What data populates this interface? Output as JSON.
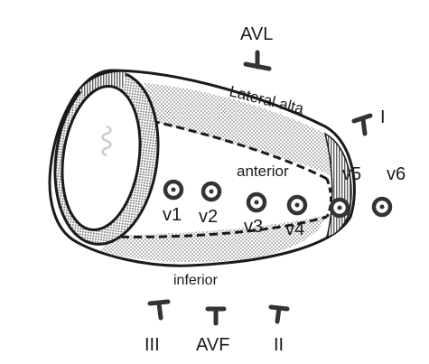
{
  "regions": {
    "lateral_high": "Lateral alta",
    "anterior": "anterior",
    "inferior": "inferior"
  },
  "limb_leads": [
    {
      "key": "avl",
      "label": "AVL"
    },
    {
      "key": "i",
      "label": "I"
    },
    {
      "key": "iii",
      "label": "III"
    },
    {
      "key": "avf",
      "label": "AVF"
    },
    {
      "key": "ii",
      "label": "II"
    }
  ],
  "precordial_leads": [
    {
      "key": "v1",
      "label": "v1"
    },
    {
      "key": "v2",
      "label": "v2"
    },
    {
      "key": "v3",
      "label": "v3"
    },
    {
      "key": "v4",
      "label": "v4"
    },
    {
      "key": "v5",
      "label": "v5"
    },
    {
      "key": "v6",
      "label": "v6"
    }
  ],
  "colors": {
    "stroke": "#1a1a1a",
    "lead_marker": "#333333",
    "stipple": "#9a9a9a"
  }
}
